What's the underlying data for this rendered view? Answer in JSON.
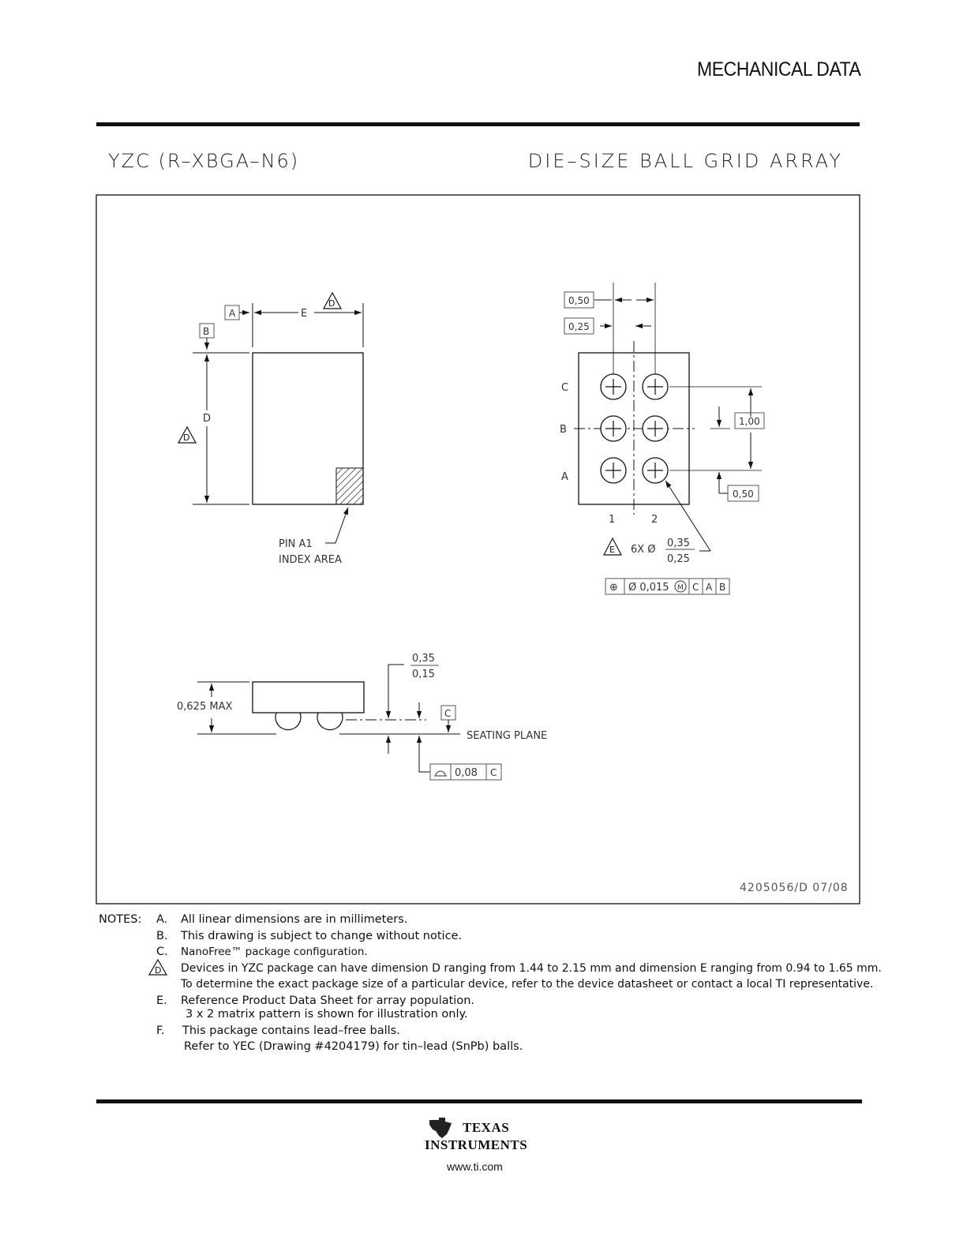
{
  "header": {
    "title": "MECHANICAL DATA"
  },
  "package": {
    "code": "YZC (R–XBGA–N6)",
    "type": "DIE–SIZE BALL GRID ARRAY"
  },
  "drawing": {
    "datum_a": "A",
    "datum_b": "B",
    "datum_c": "C",
    "dim_e": "E",
    "dim_d": "D",
    "note_flag_d": "D",
    "note_flag_e": "E",
    "pin_a1_line1": "PIN A1",
    "pin_a1_line2": "INDEX AREA",
    "pitch_050": "0,50",
    "offset_025": "0,25",
    "pitch_100": "1,00",
    "offset_050b": "0,50",
    "row_c": "C",
    "row_b": "B",
    "row_a": "A",
    "col_1": "1",
    "col_2": "2",
    "ball_count": "6X Ø",
    "ball_max": "0,35",
    "ball_min": "0,25",
    "fcf_symbol": "⊕",
    "fcf_tol": "Ø 0,015",
    "fcf_mod": "M",
    "fcf_c": "C",
    "fcf_a": "A",
    "fcf_b": "B",
    "height_max": "0,625 MAX",
    "standoff_max": "0,35",
    "standoff_min": "0,15",
    "seating_plane": "SEATING PLANE",
    "coplanarity_tol": "0,08",
    "coplanarity_ref": "C",
    "drawing_id": "4205056/D 07/08"
  },
  "notes": {
    "lead": "NOTES:",
    "items": [
      {
        "letter": "A.",
        "text": "All linear dimensions are in millimeters."
      },
      {
        "letter": "B.",
        "text": "This drawing is subject to change without notice."
      },
      {
        "letter": "C.",
        "text": "NanoFree™ package configuration."
      },
      {
        "letter": "D",
        "text": "Devices in YZC package can have dimension D ranging from 1.44 to 2.15 mm and dimension E ranging from 0.94 to 1.65 mm.",
        "text2": "To determine the exact package size of a particular device, refer to the device datasheet or contact a local TI representative."
      },
      {
        "letter": "E.",
        "text": "Reference Product Data Sheet for array population.",
        "text2": "3 x 2 matrix pattern is shown for illustration only."
      },
      {
        "letter": "F.",
        "text": "This package contains lead–free balls.",
        "text2": "Refer to YEC (Drawing #4204179) for tin–lead (SnPb) balls."
      }
    ]
  },
  "footer": {
    "brand_line1": "TEXAS",
    "brand_line2": "INSTRUMENTS",
    "url": "www.ti.com"
  }
}
